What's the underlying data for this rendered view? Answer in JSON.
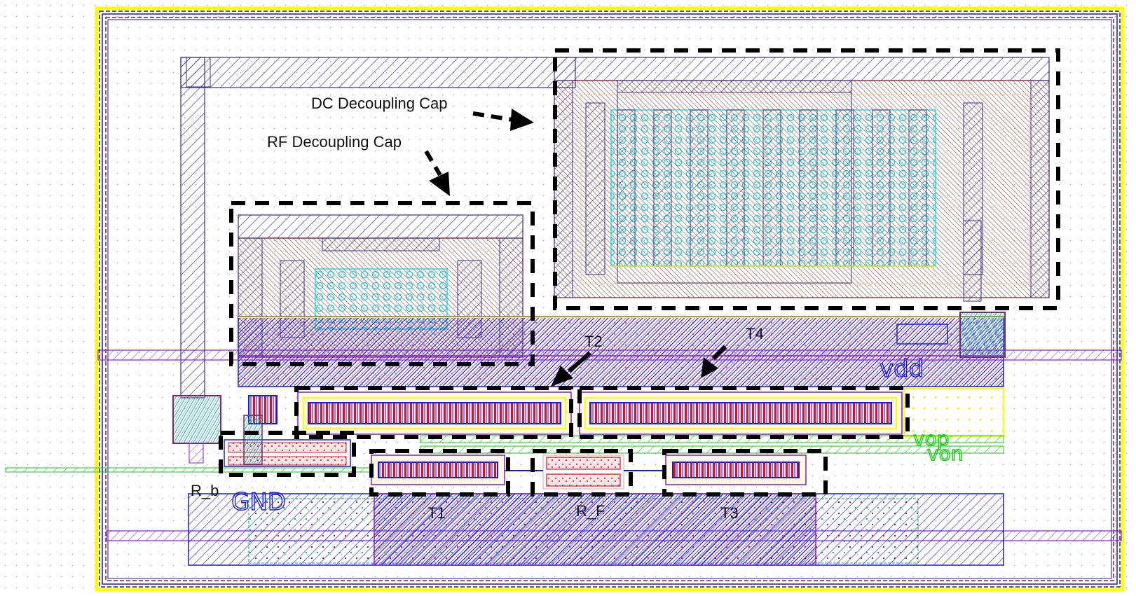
{
  "view": {
    "type": "IC layout (Cadence Virtuoso style)",
    "background": "#ffffff",
    "grid_dot_color": "#9a9ab4"
  },
  "colors": {
    "seal_ring_yellow": "#ffff00",
    "seal_ring_blue": "#1a1ab0",
    "seal_ring_maroon": "#8b1a3a",
    "metal_navy": "#3a2f8a",
    "cap_brown": "#8b3a2a",
    "cap_tan": "#d9b98a",
    "via_cyan": "#00d8e0",
    "metal_purple": "#8a1ad8",
    "metal_blue": "#1a1ae8",
    "poly_red": "#e01020",
    "net_green": "#10e010",
    "annotation_black": "#000000"
  },
  "annotations": {
    "dc_cap": "DC Decoupling Cap",
    "rf_cap": "RF Decoupling Cap",
    "t1": "T1",
    "t2": "T2",
    "t3": "T3",
    "t4": "T4",
    "r_f": "R_F",
    "r_b": "R_b"
  },
  "net_labels": {
    "vdd": "vdd",
    "gnd": "GND",
    "vop": "vop",
    "von": "von"
  },
  "components": [
    {
      "id": "dc-decoupling-cap",
      "label_ref": "annotations.dc_cap"
    },
    {
      "id": "rf-decoupling-cap",
      "label_ref": "annotations.rf_cap"
    },
    {
      "id": "transistor-t1",
      "label_ref": "annotations.t1"
    },
    {
      "id": "transistor-t2",
      "label_ref": "annotations.t2"
    },
    {
      "id": "transistor-t3",
      "label_ref": "annotations.t3"
    },
    {
      "id": "transistor-t4",
      "label_ref": "annotations.t4"
    },
    {
      "id": "resistor-r-f",
      "label_ref": "annotations.r_f"
    },
    {
      "id": "resistor-r-b",
      "label_ref": "annotations.r_b"
    }
  ]
}
